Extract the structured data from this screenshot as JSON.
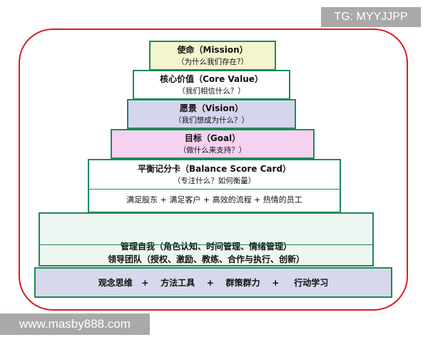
{
  "watermarks": {
    "top_right": "TG: MYYJJPP",
    "bottom_left": "www.masby888.com"
  },
  "pyramid": {
    "mission": {
      "title": "使命（Mission）",
      "subtitle": "（为什么我们存在?）",
      "color": "#f4f5cf"
    },
    "core_value": {
      "title": "核心价值（Core Value）",
      "subtitle": "（我们相信什么？）",
      "color": "#ffffff"
    },
    "vision": {
      "title": "愿景（Vision）",
      "subtitle": "（我们想成为什么？）",
      "color": "#d5d5ee"
    },
    "goal": {
      "title": "目标（Goal）",
      "subtitle": "（做什么来支持？）",
      "color": "#f5d2ef"
    },
    "balance_score_card": {
      "title": "平衡记分卡（Balance Score Card）",
      "subtitle": "（专注什么？如何衡量）",
      "detail": "满足股东 + 满足客户 + 高效的流程 +  热情的员工",
      "color": "#ffffff"
    },
    "management": {
      "line1": "管理自我（角色认知、时间管理、情绪管理）",
      "line2": "领导团队（授权、激励、教练、合作与执行、创新）",
      "color": "#eef6f1"
    },
    "foundation": {
      "text": "观念思维   +    方法工具    +    群策群力    +     行动学习",
      "color": "#d8d8ec"
    }
  },
  "colors": {
    "frame": "#d61f26",
    "box_border": "#1f8a5a",
    "watermark_bg": "#a9a9a9"
  }
}
